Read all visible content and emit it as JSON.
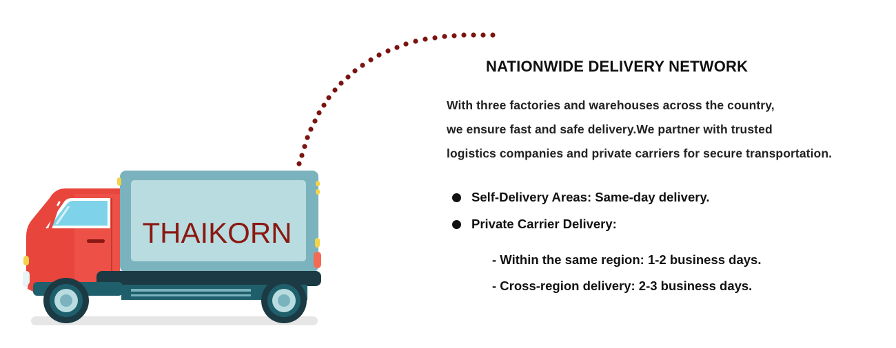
{
  "brand": {
    "truck_label": "THAIKORN"
  },
  "section": {
    "heading": "NATIONWIDE DELIVERY NETWORK",
    "paragraph_lines": [
      "With three factories and warehouses across the country,",
      "we ensure fast and safe delivery.We partner with trusted",
      "logistics companies and private carriers for secure transportation."
    ],
    "bullets": [
      "Self-Delivery Areas: Same-day delivery.",
      "Private Carrier Delivery:"
    ],
    "sub_items": [
      "- Within the same region: 1-2 business days.",
      "- Cross-region delivery: 2-3 business days."
    ]
  },
  "colors": {
    "cab_red": "#e8463c",
    "cargo_teal": "#7ab3bd",
    "cargo_panel": "#b9dce0",
    "label_maroon": "#8a1812",
    "dotted_trail": "#7a1410",
    "chassis": "#1c3a44",
    "wheel": "#1f5f6b"
  }
}
